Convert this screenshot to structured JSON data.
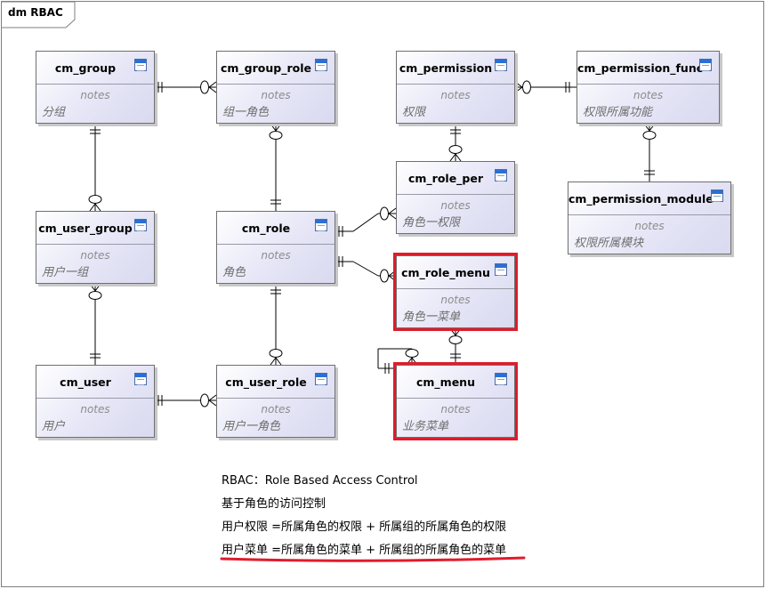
{
  "diagram": {
    "title": "dm RBAC",
    "notes_label": "notes",
    "entities": [
      {
        "id": "cm_group",
        "name": "cm_group",
        "notes": "分组",
        "highlight": false
      },
      {
        "id": "cm_group_role",
        "name": "cm_group_role",
        "notes": "组一角色",
        "highlight": false
      },
      {
        "id": "cm_permission",
        "name": "cm_permission",
        "notes": "权限",
        "highlight": false
      },
      {
        "id": "cm_permission_func",
        "name": "cm_permission_func",
        "notes": "权限所属功能",
        "highlight": false
      },
      {
        "id": "cm_role_per",
        "name": "cm_role_per",
        "notes": "角色一权限",
        "highlight": false
      },
      {
        "id": "cm_permission_module",
        "name": "cm_permission_module",
        "notes": "权限所属模块",
        "highlight": false
      },
      {
        "id": "cm_user_group",
        "name": "cm_user_group",
        "notes": "用户一组",
        "highlight": false
      },
      {
        "id": "cm_role",
        "name": "cm_role",
        "notes": "角色",
        "highlight": false
      },
      {
        "id": "cm_role_menu",
        "name": "cm_role_menu",
        "notes": "角色一菜单",
        "highlight": true
      },
      {
        "id": "cm_user",
        "name": "cm_user",
        "notes": "用户",
        "highlight": false
      },
      {
        "id": "cm_user_role",
        "name": "cm_user_role",
        "notes": "用户一角色",
        "highlight": false
      },
      {
        "id": "cm_menu",
        "name": "cm_menu",
        "notes": "业务菜单",
        "highlight": true
      }
    ],
    "relationships": [
      {
        "from": "cm_group",
        "to": "cm_group_role",
        "from_end": "one",
        "to_end": "zero-or-many"
      },
      {
        "from": "cm_permission",
        "to": "cm_permission_func",
        "from_end": "zero-or-many",
        "to_end": "one"
      },
      {
        "from": "cm_group",
        "to": "cm_user_group",
        "from_end": "one",
        "to_end": "zero-or-many"
      },
      {
        "from": "cm_group_role",
        "to": "cm_role",
        "from_end": "zero-or-many",
        "to_end": "one"
      },
      {
        "from": "cm_permission",
        "to": "cm_role_per",
        "from_end": "one",
        "to_end": "zero-or-many"
      },
      {
        "from": "cm_permission_func",
        "to": "cm_permission_module",
        "from_end": "zero-or-many",
        "to_end": "one"
      },
      {
        "from": "cm_role",
        "to": "cm_role_per",
        "from_end": "one",
        "to_end": "zero-or-many"
      },
      {
        "from": "cm_role",
        "to": "cm_role_menu",
        "from_end": "one",
        "to_end": "zero-or-many"
      },
      {
        "from": "cm_user_group",
        "to": "cm_user",
        "from_end": "zero-or-many",
        "to_end": "one"
      },
      {
        "from": "cm_role",
        "to": "cm_user_role",
        "from_end": "one",
        "to_end": "zero-or-many"
      },
      {
        "from": "cm_user",
        "to": "cm_user_role",
        "from_end": "one",
        "to_end": "zero-or-many"
      },
      {
        "from": "cm_role_menu",
        "to": "cm_menu",
        "from_end": "zero-or-many",
        "to_end": "one"
      },
      {
        "from": "cm_menu",
        "to": "cm_menu",
        "from_end": "one",
        "to_end": "zero-or-many"
      }
    ],
    "highlight_color": "#e01b2a"
  },
  "notes": {
    "line1": "RBAC：Role Based Access Control",
    "line2": "基于角色的访问控制",
    "line3": "用户权限 =所属角色的权限 + 所属组的所属角色的权限",
    "line4": "用户菜单 =所属角色的菜单 + 所属组的所属角色的菜单"
  }
}
